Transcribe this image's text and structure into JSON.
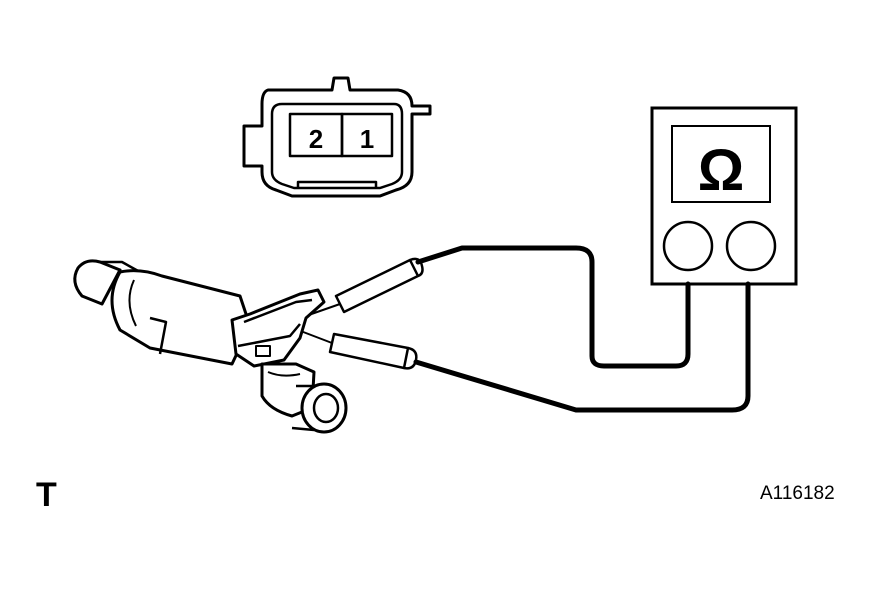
{
  "diagram": {
    "connector": {
      "pin_left": "2",
      "pin_right": "1"
    },
    "ohmmeter": {
      "symbol": "Ω"
    },
    "corner_label": "T",
    "figure_id": "A116182"
  }
}
